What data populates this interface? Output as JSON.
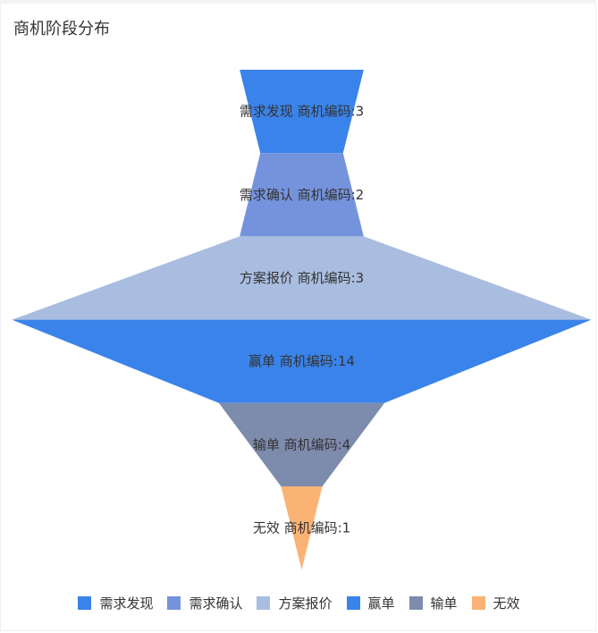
{
  "title": "商机阶段分布",
  "chart_data": {
    "type": "funnel",
    "value_name": "商机编码",
    "categories": [
      "需求发现",
      "需求确认",
      "方案报价",
      "赢单",
      "输单",
      "无效"
    ],
    "values": [
      3,
      2,
      3,
      14,
      4,
      1
    ],
    "colors": [
      "#3a83ea",
      "#7593dd",
      "#a9bde0",
      "#3a83ea",
      "#7d8bad",
      "#fbb375"
    ],
    "max": 14,
    "legend_position": "bottom",
    "labels": [
      "需求发现 商机编码:3",
      "需求确认 商机编码:2",
      "方案报价 商机编码:3",
      "赢单 商机编码:14",
      "输单 商机编码:4",
      "无效 商机编码:1"
    ]
  }
}
